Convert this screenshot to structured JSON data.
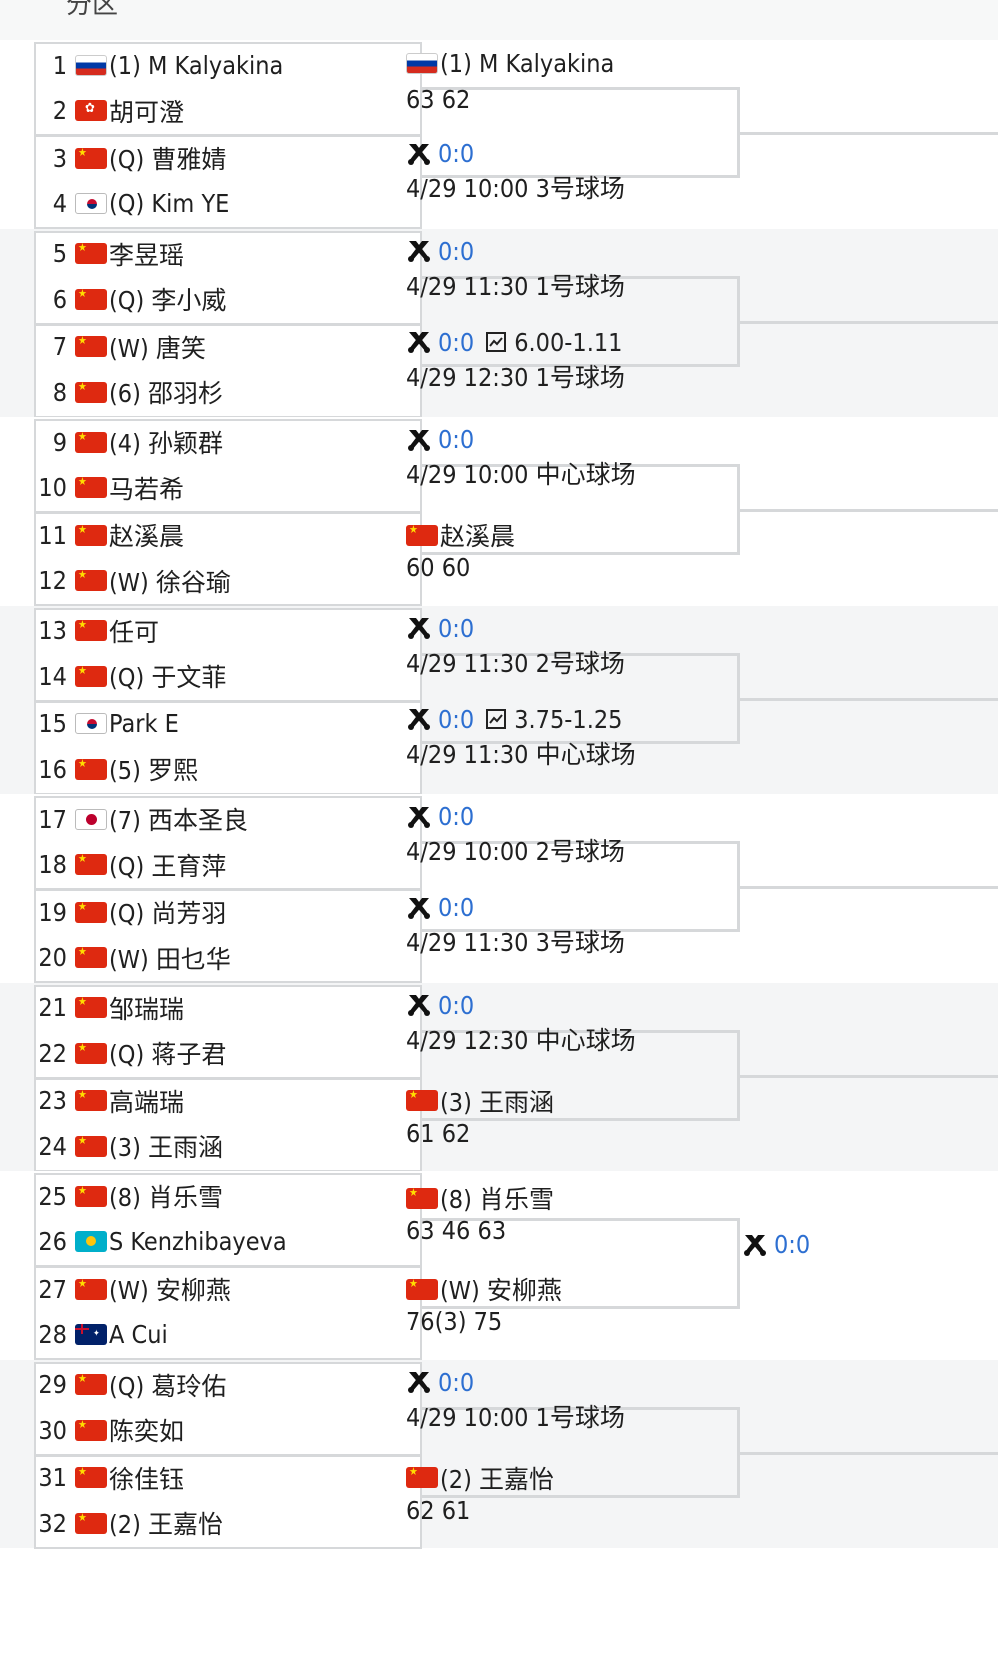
{
  "header": {
    "title": "分区"
  },
  "players": [
    {
      "no": "1",
      "flag": "RU",
      "name": "(1) M Kalyakina"
    },
    {
      "no": "2",
      "flag": "HK",
      "name": "胡可澄"
    },
    {
      "no": "3",
      "flag": "CN",
      "name": "(Q) 曹雅婧"
    },
    {
      "no": "4",
      "flag": "KR",
      "name": "(Q) Kim YE"
    },
    {
      "no": "5",
      "flag": "CN",
      "name": "李昱瑶"
    },
    {
      "no": "6",
      "flag": "CN",
      "name": "(Q) 李小威"
    },
    {
      "no": "7",
      "flag": "CN",
      "name": "(W) 唐笑"
    },
    {
      "no": "8",
      "flag": "CN",
      "name": "(6) 邵羽杉"
    },
    {
      "no": "9",
      "flag": "CN",
      "name": "(4) 孙颖群"
    },
    {
      "no": "10",
      "flag": "CN",
      "name": "马若希"
    },
    {
      "no": "11",
      "flag": "CN",
      "name": "赵溪晨"
    },
    {
      "no": "12",
      "flag": "CN",
      "name": "(W) 徐谷瑜"
    },
    {
      "no": "13",
      "flag": "CN",
      "name": "任可"
    },
    {
      "no": "14",
      "flag": "CN",
      "name": "(Q) 于文菲"
    },
    {
      "no": "15",
      "flag": "KR",
      "name": "Park E"
    },
    {
      "no": "16",
      "flag": "CN",
      "name": "(5) 罗熙"
    },
    {
      "no": "17",
      "flag": "JP",
      "name": "(7) 西本圣良"
    },
    {
      "no": "18",
      "flag": "CN",
      "name": "(Q) 王育萍"
    },
    {
      "no": "19",
      "flag": "CN",
      "name": "(Q) 尚芳羽"
    },
    {
      "no": "20",
      "flag": "CN",
      "name": "(W) 田乜华"
    },
    {
      "no": "21",
      "flag": "CN",
      "name": "邹瑞瑞"
    },
    {
      "no": "22",
      "flag": "CN",
      "name": "(Q) 蒋子君"
    },
    {
      "no": "23",
      "flag": "CN",
      "name": "高端瑞"
    },
    {
      "no": "24",
      "flag": "CN",
      "name": "(3) 王雨涵"
    },
    {
      "no": "25",
      "flag": "CN",
      "name": "(8) 肖乐雪"
    },
    {
      "no": "26",
      "flag": "KZ",
      "name": "S Kenzhibayeva"
    },
    {
      "no": "27",
      "flag": "CN",
      "name": "(W) 安柳燕"
    },
    {
      "no": "28",
      "flag": "AU",
      "name": "A Cui"
    },
    {
      "no": "29",
      "flag": "CN",
      "name": "(Q) 葛玲佑"
    },
    {
      "no": "30",
      "flag": "CN",
      "name": "陈奕如"
    },
    {
      "no": "31",
      "flag": "CN",
      "name": "徐佳钰"
    },
    {
      "no": "32",
      "flag": "CN",
      "name": "(2) 王嘉怡"
    }
  ],
  "matches": [
    {
      "kind": "result",
      "flag": "RU",
      "winner": "(1) M Kalyakina",
      "score": "63 62"
    },
    {
      "kind": "scheduled",
      "score": "0:0",
      "info": "4/29 10:00 3号球场"
    },
    {
      "kind": "scheduled",
      "score": "0:0",
      "info": "4/29 11:30 1号球场"
    },
    {
      "kind": "scheduled",
      "score": "0:0",
      "odds": "6.00-1.11",
      "info": "4/29 12:30 1号球场"
    },
    {
      "kind": "scheduled",
      "score": "0:0",
      "info": "4/29 10:00 中心球场"
    },
    {
      "kind": "result",
      "flag": "CN",
      "winner": "赵溪晨",
      "score": "60 60"
    },
    {
      "kind": "scheduled",
      "score": "0:0",
      "info": "4/29 11:30 2号球场"
    },
    {
      "kind": "scheduled",
      "score": "0:0",
      "odds": "3.75-1.25",
      "info": "4/29 11:30 中心球场"
    },
    {
      "kind": "scheduled",
      "score": "0:0",
      "info": "4/29 10:00 2号球场"
    },
    {
      "kind": "scheduled",
      "score": "0:0",
      "info": "4/29 11:30 3号球场"
    },
    {
      "kind": "scheduled",
      "score": "0:0",
      "info": "4/29 12:30 中心球场"
    },
    {
      "kind": "result",
      "flag": "CN",
      "winner": "(3) 王雨涵",
      "score": "61 62"
    },
    {
      "kind": "result",
      "flag": "CN",
      "winner": "(8) 肖乐雪",
      "score": "63 46 63"
    },
    {
      "kind": "result",
      "flag": "CN",
      "winner": "(W) 安柳燕",
      "score": "76(3) 75"
    },
    {
      "kind": "scheduled",
      "score": "0:0",
      "info": "4/29 10:00 1号球场"
    },
    {
      "kind": "result",
      "flag": "CN",
      "winner": "(2) 王嘉怡",
      "score": "62 61"
    }
  ],
  "next_round": {
    "score": "0:0"
  },
  "icons": {
    "match": "crossed-rackets-icon",
    "odds": "chart-icon"
  },
  "colors": {
    "score_blue": "#2d6fd1",
    "border": "#d6d8da",
    "band_alt": "#f4f5f6"
  }
}
